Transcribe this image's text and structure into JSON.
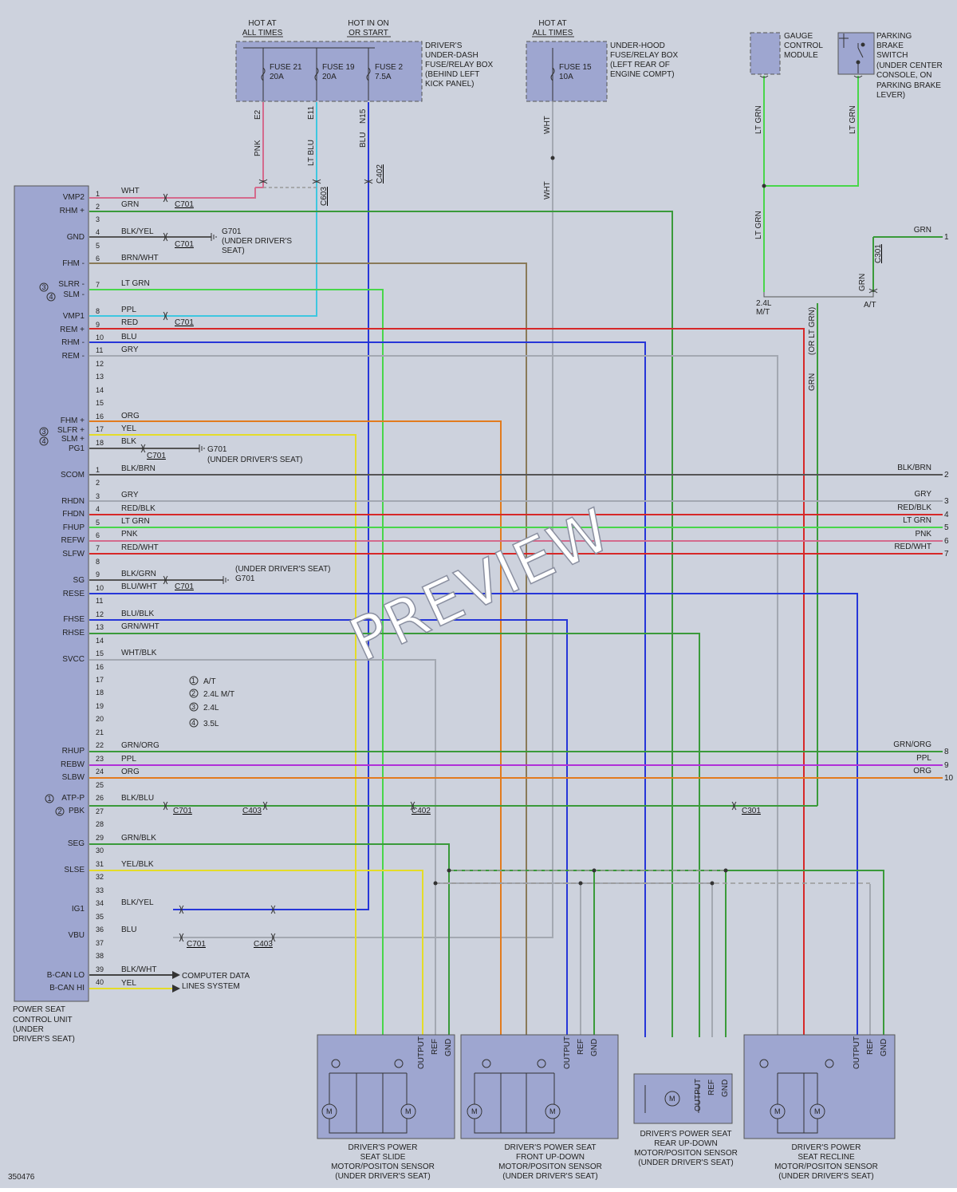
{
  "diagram_id": "350476",
  "watermark": "PREVIEW",
  "top_labels": {
    "hot_all_times": [
      "HOT AT",
      "ALL TIMES"
    ],
    "hot_in_on": [
      "HOT IN ON",
      "OR START"
    ],
    "hot_all_times_2": [
      "HOT AT",
      "ALL TIMES"
    ]
  },
  "fuse_boxes": {
    "underdash": [
      "DRIVER'S",
      "UNDER-DASH",
      "FUSE/RELAY BOX",
      "(BEHIND LEFT",
      "KICK PANEL)"
    ],
    "underhood": [
      "UNDER-HOOD",
      "FUSE/RELAY BOX",
      "(LEFT REAR OF",
      "ENGINE COMPT)"
    ]
  },
  "fuses": [
    {
      "name": "FUSE 21",
      "amps": "20A",
      "pin": "E2",
      "wire": "PNK"
    },
    {
      "name": "FUSE 19",
      "amps": "20A",
      "pin": "E11",
      "wire": "LT BLU"
    },
    {
      "name": "FUSE 2",
      "amps": "7.5A",
      "pin": "N15",
      "wire": "BLU"
    },
    {
      "name": "FUSE 15",
      "amps": "10A",
      "pin": "",
      "wire": "WHT"
    }
  ],
  "gauge_module": [
    "GAUGE",
    "CONTROL",
    "MODULE"
  ],
  "parking_brake": [
    "PARKING",
    "BRAKE",
    "SWITCH",
    "(UNDER CENTER",
    "CONSOLE, ON",
    "PARKING BRAKE",
    "LEVER)"
  ],
  "psu_signals": [
    {
      "label": "VMP2",
      "pin": "1",
      "wire": "WHT"
    },
    {
      "label": "RHM +",
      "pin": "2",
      "wire": "GRN"
    },
    {
      "label": "",
      "pin": "3",
      "wire": ""
    },
    {
      "label": "GND",
      "pin": "4",
      "wire": "BLK/YEL"
    },
    {
      "label": "",
      "pin": "5",
      "wire": ""
    },
    {
      "label": "FHM -",
      "pin": "6",
      "wire": "BRN/WHT"
    },
    {
      "label": "SLRR -",
      "pin": "7",
      "wire": "LT GRN"
    },
    {
      "label": "VMP1",
      "pin": "8",
      "wire": "PPL"
    },
    {
      "label": "REM +",
      "pin": "9",
      "wire": "RED"
    },
    {
      "label": "RHM -",
      "pin": "10",
      "wire": "BLU"
    },
    {
      "label": "REM -",
      "pin": "11",
      "wire": "GRY"
    },
    {
      "label": "FHM +",
      "pin": "16",
      "wire": "ORG"
    },
    {
      "label": "SLFR +",
      "pin": "17",
      "wire": "YEL"
    },
    {
      "label": "PG1",
      "pin": "18",
      "wire": "BLK"
    },
    {
      "label": "SCOM",
      "pin": "1",
      "wire": "BLK/BRN"
    },
    {
      "label": "RHDN",
      "pin": "3",
      "wire": "GRY"
    },
    {
      "label": "FHDN",
      "pin": "4",
      "wire": "RED/BLK"
    },
    {
      "label": "FHUP",
      "pin": "5",
      "wire": "LT GRN"
    },
    {
      "label": "REFW",
      "pin": "6",
      "wire": "PNK"
    },
    {
      "label": "SLFW",
      "pin": "7",
      "wire": "RED/WHT"
    },
    {
      "label": "SG",
      "pin": "9",
      "wire": "BLK/GRN"
    },
    {
      "label": "RESE",
      "pin": "10",
      "wire": "BLU/WHT"
    },
    {
      "label": "FHSE",
      "pin": "12",
      "wire": "BLU/BLK"
    },
    {
      "label": "RHSE",
      "pin": "13",
      "wire": "GRN/WHT"
    },
    {
      "label": "SVCC",
      "pin": "15",
      "wire": "WHT/BLK"
    },
    {
      "label": "RHUP",
      "pin": "22",
      "wire": "GRN/ORG"
    },
    {
      "label": "REBW",
      "pin": "23",
      "wire": "PPL"
    },
    {
      "label": "SLBW",
      "pin": "24",
      "wire": "ORG"
    },
    {
      "label": "ATP-P",
      "pin": "26",
      "wire": "BLK/BLU"
    },
    {
      "label": "PBK",
      "pin": "27",
      "wire": ""
    },
    {
      "label": "SEG",
      "pin": "29",
      "wire": "GRN/BLK"
    },
    {
      "label": "SLSE",
      "pin": "31",
      "wire": "YEL/BLK"
    },
    {
      "label": "IG1",
      "pin": "34",
      "wire": "BLK/YEL"
    },
    {
      "label": "VBU",
      "pin": "36",
      "wire": "BLU"
    },
    {
      "label": "B-CAN LO",
      "pin": "39",
      "wire": "BLK/WHT"
    },
    {
      "label": "B-CAN HI",
      "pin": "40",
      "wire": "YEL"
    }
  ],
  "psu_name": [
    "POWER SEAT",
    "CONTROL UNIT",
    "(UNDER",
    "DRIVER'S SEAT)"
  ],
  "legend": [
    {
      "num": "1",
      "text": "A/T"
    },
    {
      "num": "2",
      "text": "2.4L M/T"
    },
    {
      "num": "3",
      "text": "2.4L"
    },
    {
      "num": "4",
      "text": "3.5L"
    }
  ],
  "right_wires": [
    {
      "wire": "GRN",
      "num": "1"
    },
    {
      "wire": "BLK/BRN",
      "num": "2"
    },
    {
      "wire": "GRY",
      "num": "3"
    },
    {
      "wire": "RED/BLK",
      "num": "4"
    },
    {
      "wire": "LT GRN",
      "num": "5"
    },
    {
      "wire": "PNK",
      "num": "6"
    },
    {
      "wire": "RED/WHT",
      "num": "7"
    },
    {
      "wire": "GRN/ORG",
      "num": "8"
    },
    {
      "wire": "PPL",
      "num": "9"
    },
    {
      "wire": "ORG",
      "num": "10"
    }
  ],
  "grounds": {
    "g701_a": [
      "G701",
      "(UNDER DRIVER'S",
      "SEAT)"
    ],
    "g701_b": "G701",
    "g701_b_note": "(UNDER DRIVER'S SEAT)",
    "g701_c": "G701",
    "g701_c_note": "(UNDER DRIVER'S SEAT)"
  },
  "connectors": {
    "c701": "C701",
    "c402": "C402",
    "c403": "C403",
    "c301": "C301",
    "c603": "C603"
  },
  "computer_data": [
    "COMPUTER DATA",
    "LINES SYSTEM"
  ],
  "trans_labels": {
    "mt": "2.4L",
    "mt2": "M/T",
    "at": "A/T",
    "or_lt_grn": "(OR LT GRN)"
  },
  "components": [
    {
      "name": [
        "DRIVER'S POWER",
        "SEAT SLIDE",
        "MOTOR/POSITON SENSOR",
        "(UNDER DRIVER'S SEAT)"
      ]
    },
    {
      "name": [
        "DRIVER'S POWER SEAT",
        "FRONT UP-DOWN",
        "MOTOR/POSITON SENSOR",
        "(UNDER DRIVER'S SEAT)"
      ]
    },
    {
      "name": [
        "DRIVER'S POWER SEAT",
        "REAR UP-DOWN",
        "MOTOR/POSITON SENSOR",
        "(UNDER DRIVER'S SEAT)"
      ]
    },
    {
      "name": [
        "DRIVER'S POWER",
        "SEAT RECLINE",
        "MOTOR/POSITON SENSOR",
        "(UNDER DRIVER'S SEAT)"
      ]
    }
  ],
  "sensor_pins": {
    "output": "OUTPUT",
    "ref": "REF",
    "gnd": "GND"
  },
  "colors": {
    "background": "#cdd2dd",
    "box_fill": "#9ea6d0",
    "pnk": "#d46a8c",
    "ltblu": "#3ec7e0",
    "blu": "#2636d8",
    "grn": "#3a9a3a",
    "ltgrn": "#48d64a",
    "red": "#d62828",
    "org": "#e27b1e",
    "yel": "#e4dc28",
    "gry": "#a3a8b1",
    "brn": "#8a7a58",
    "ppl": "#b030d8",
    "blk": "#444444"
  }
}
